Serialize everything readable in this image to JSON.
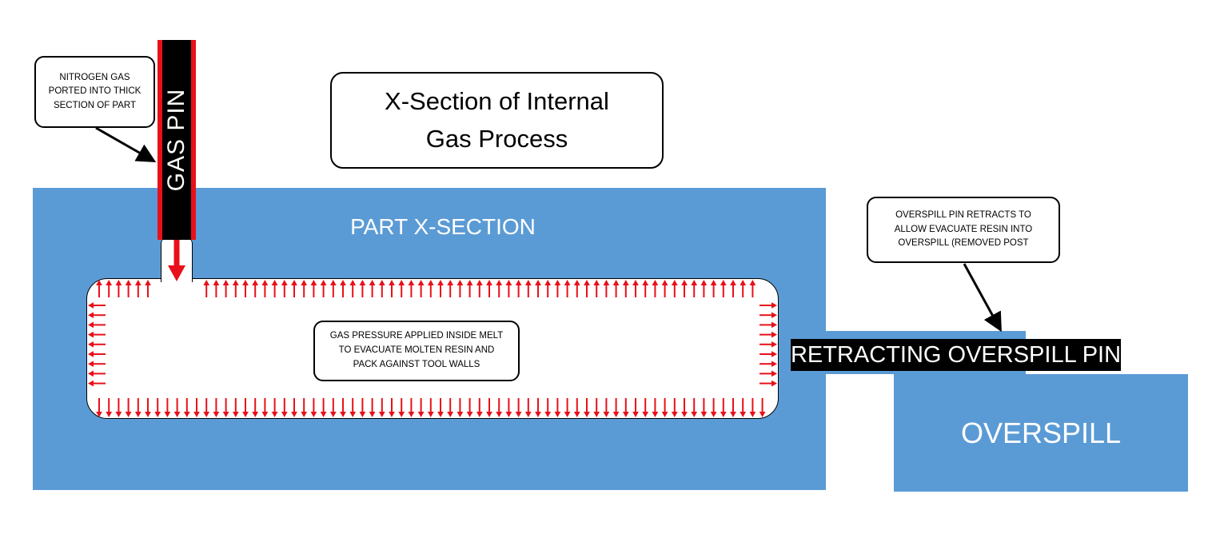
{
  "title": "X-Section of Internal\nGas Process",
  "gas_pin_label": "GAS PIN",
  "part_label": "PART X-SECTION",
  "overspill_label": "OVERSPILL",
  "retracting_pin_label": "RETRACTING OVERSPILL PIN",
  "callouts": {
    "nitrogen": "NITROGEN GAS\nPORTED INTO THICK\nSECTION OF PART",
    "gas_pressure": "GAS PRESSURE APPLIED INSIDE MELT\nTO EVACUATE MOLTEN RESIN AND\nPACK AGAINST TOOL WALLS",
    "overspill_pin": "OVERSPILL PIN RETRACTS TO\nALLOW EVACUATE RESIN INTO\nOVERSPILL (REMOVED POST"
  },
  "colors": {
    "part": "#5b9bd5",
    "arrow": "#e8101a",
    "pin": "#000000"
  }
}
